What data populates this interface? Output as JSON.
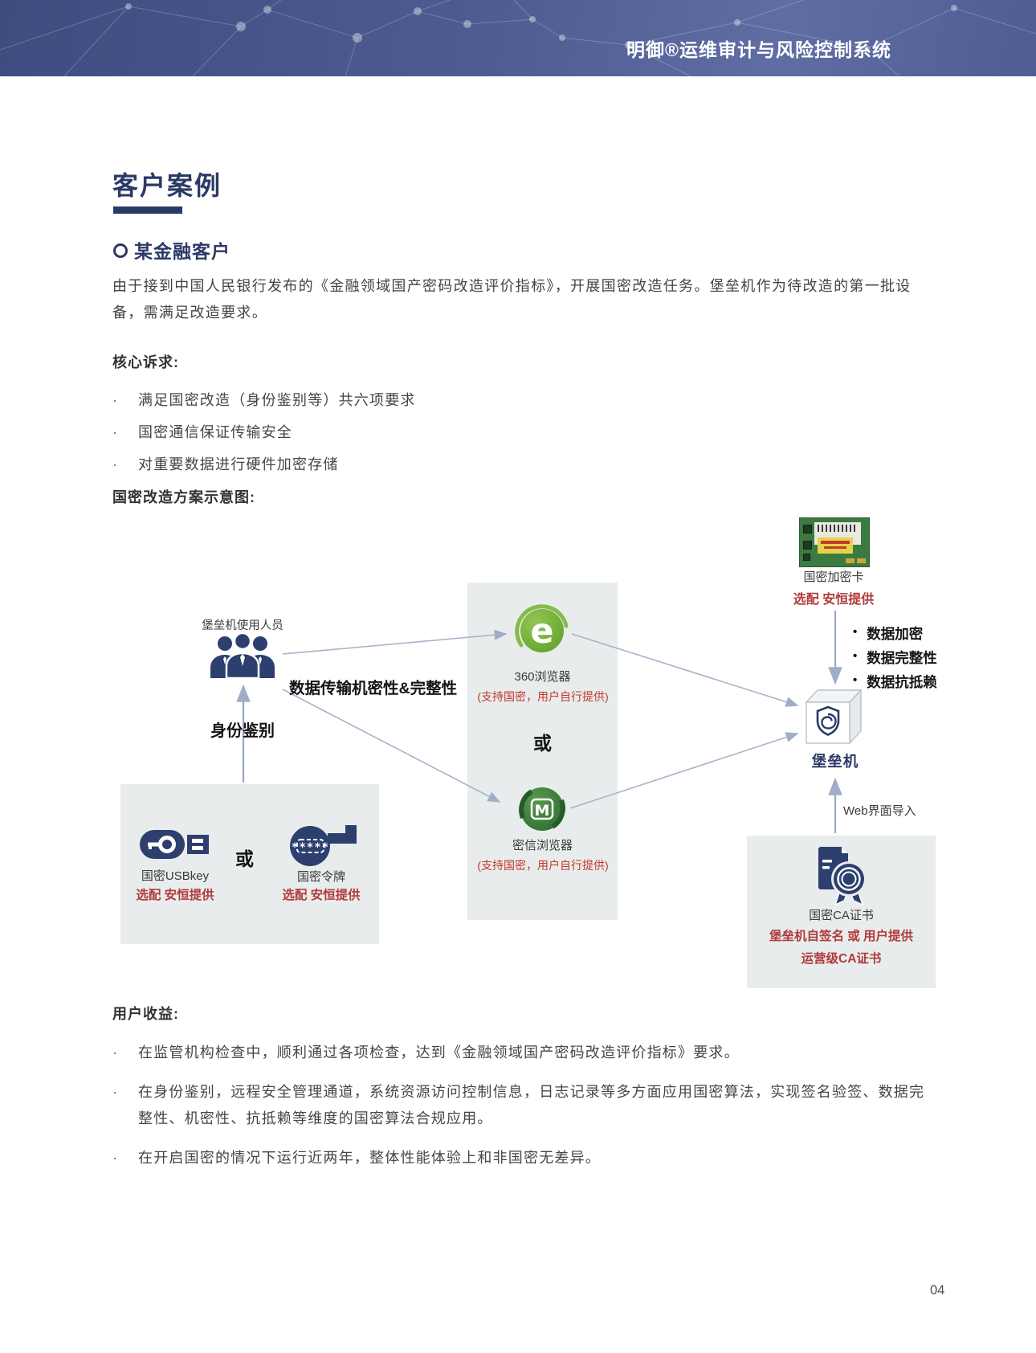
{
  "header": {
    "title": "明御®运维审计与风险控制系统"
  },
  "page": {
    "section_title": "客户案例",
    "case_title": "某金融客户",
    "intro": "由于接到中国人民银行发布的《金融领域国产密码改造评价指标》，开展国密改造任务。堡垒机作为待改造的第一批设备，需满足改造要求。",
    "core_demands_label": "核心诉求:",
    "core_demands": [
      "满足国密改造（身份鉴别等）共六项要求",
      "国密通信保证传输安全",
      "对重要数据进行硬件加密存储"
    ],
    "diagram_label": "国密改造方案示意图:",
    "benefits_label": "用户收益:",
    "benefits": [
      "在监管机构检查中，顺利通过各项检查，达到《金融领域国产密码改造评价指标》要求。",
      "在身份鉴别，远程安全管理通道，系统资源访问控制信息，日志记录等多方面应用国密算法，实现签名验签、数据完整性、机密性、抗抵赖等维度的国密算法合规应用。",
      "在开启国密的情况下运行近两年，整体性能体验上和非国密无差异。"
    ],
    "page_number": "04"
  },
  "diagram": {
    "encryption_card": {
      "label": "国密加密卡",
      "note": "选配 安恒提供"
    },
    "users_label": "堡垒机使用人员",
    "transfer_label": "数据传输机密性&完整性",
    "identity_label": "身份鉴别",
    "browser_360": {
      "label": "360浏览器",
      "note": "(支持国密，用户自行提供)"
    },
    "or_browsers": "或",
    "browser_mixin": {
      "label": "密信浏览器",
      "note": "(支持国密，用户自行提供)"
    },
    "usbkey": {
      "label": "国密USBkey",
      "note": "选配 安恒提供"
    },
    "or_auth": "或",
    "token": {
      "label": "国密令牌",
      "note": "选配 安恒提供"
    },
    "bastion": {
      "label": "堡垒机",
      "features": [
        "数据加密",
        "数据完整性",
        "数据抗抵赖"
      ]
    },
    "web_import_label": "Web界面导入",
    "ca_cert": {
      "label": "国密CA证书",
      "note_line1": "堡垒机自签名 或 用户提供",
      "note_line2": "运营级CA证书"
    }
  },
  "glyphs": {
    "dot": "·",
    "bullet": "•",
    "e_360": "e",
    "m_mixin": "M",
    "token_stars": "*****"
  },
  "colors": {
    "navy": "#2c3a66",
    "red_dark": "#b03b3b",
    "red_bright": "#c0392b",
    "green_360": "#76b043",
    "green_mixin": "#2f7d32",
    "box_bg": "#e9ecec",
    "arrow": "#a6b3c9"
  }
}
